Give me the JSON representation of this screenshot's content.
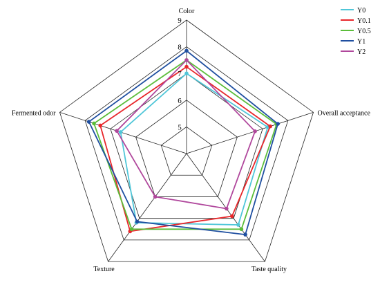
{
  "chart_data": {
    "type": "radar",
    "axes": [
      "Color",
      "Overall acceptance",
      "Taste quality",
      "Texture",
      "Fermented odor"
    ],
    "range": [
      4,
      9
    ],
    "ticks": [
      5,
      6,
      7,
      8,
      9
    ],
    "grid": true,
    "legend_position": "top-right",
    "series": [
      {
        "name": "Y0",
        "color": "#4fc6d8",
        "values": [
          7.0,
          7.2,
          7.3,
          7.2,
          6.6
        ]
      },
      {
        "name": "Y0.1",
        "color": "#e8262a",
        "values": [
          7.25,
          7.3,
          6.9,
          7.6,
          7.4
        ]
      },
      {
        "name": "Y0.5",
        "color": "#5bbd3a",
        "values": [
          7.5,
          7.55,
          7.5,
          7.5,
          7.65
        ]
      },
      {
        "name": "Y1",
        "color": "#1f4fa0",
        "values": [
          7.85,
          7.6,
          7.75,
          7.15,
          7.85
        ]
      },
      {
        "name": "Y2",
        "color": "#b0479c",
        "values": [
          7.5,
          6.7,
          6.55,
          6.0,
          6.75
        ]
      }
    ]
  }
}
